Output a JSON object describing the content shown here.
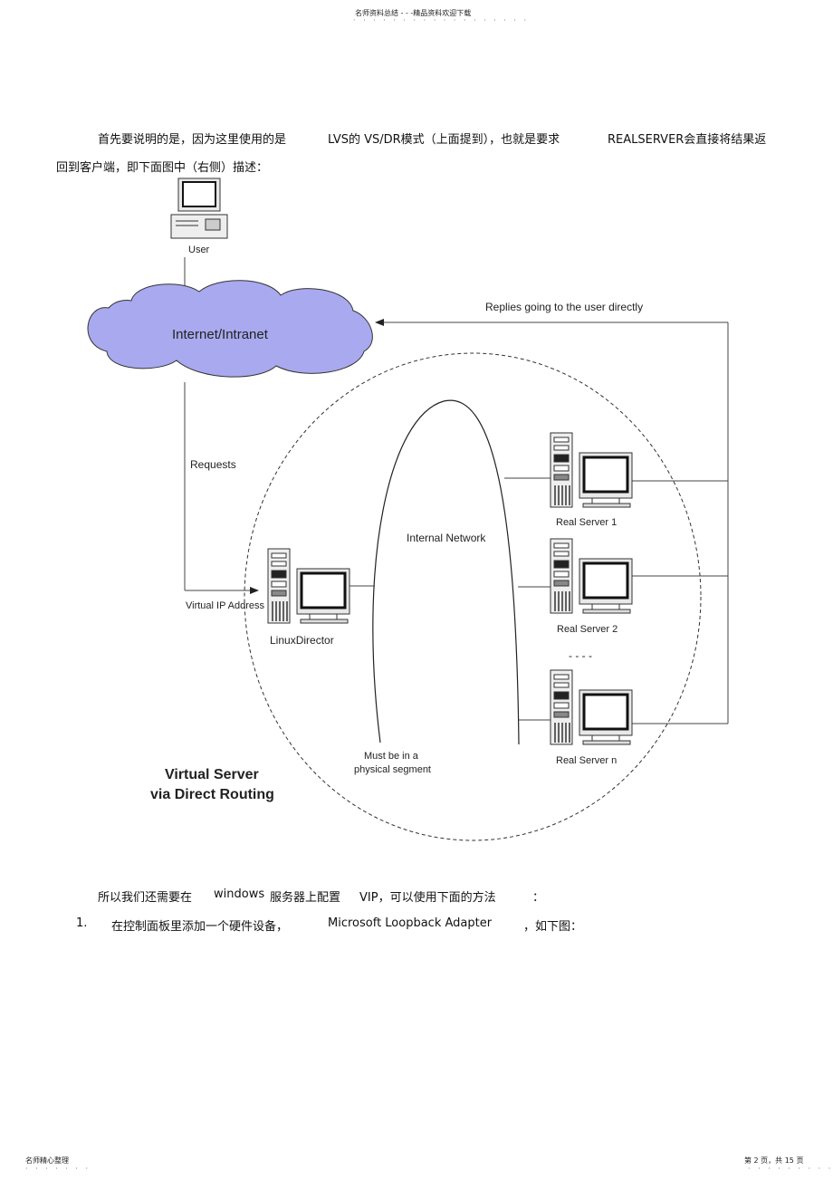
{
  "header": {
    "title": "名师资料总结 - - -精品资料欢迎下载",
    "dots": "· · · · · · · · · · · · · · · · · ·"
  },
  "intro": {
    "line1": [
      "首先要说明的是，因为这里使用的是",
      "LVS的 VS/DR模式（上面提到），也就是要求",
      "REALSERVER会直接将结果返"
    ],
    "line2": "回到客户端，即下面图中（右侧）描述："
  },
  "diagram": {
    "user_label": "User",
    "cloud_label": "Internet/Intranet",
    "replies_label": "Replies going to the user directly",
    "requests_label": "Requests",
    "vip_label": "Virtual IP Address",
    "director_label": "LinuxDirector",
    "internal_label": "Internal Network",
    "segment_label": [
      "Must be in a",
      "physical segment"
    ],
    "server_labels": [
      "Real Server 1",
      "Real Server 2",
      "Real Server n"
    ],
    "ellipsis": "- - - -",
    "title": [
      "Virtual Server",
      "via Direct Routing"
    ],
    "colors": {
      "cloud_fill": "#a9a9ef",
      "line": "#444444"
    }
  },
  "after": {
    "line1": [
      "所以我们还需要在",
      "windows",
      "服务器上配置",
      "VIP，可以使用下面的方法",
      "："
    ],
    "step_num": "1.",
    "step_parts": [
      "在控制面板里添加一个硬件设备，",
      "Microsoft Loopback Adapter",
      "，如下图："
    ]
  },
  "footer": {
    "left": "名师精心整理",
    "left_dots": "· · · · · · ·",
    "right": "第 2 页，共 15 页",
    "right_dots": "· · · · · · · · ·"
  }
}
